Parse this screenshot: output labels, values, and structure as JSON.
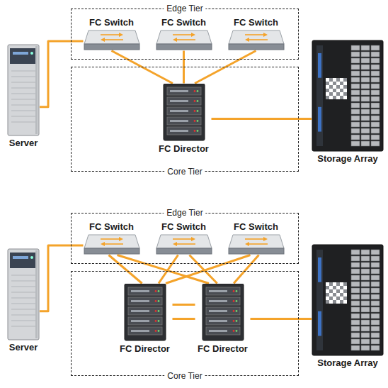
{
  "diagram": {
    "nodes": [
      {
        "text": [
          "Edge Tier"
        ]
      },
      {
        "text": [
          "FC Switch"
        ],
        "in": 0
      },
      {
        "text": [
          "FC Switch"
        ],
        "in": 0
      },
      {
        "text": [
          "FC Switch"
        ],
        "in": 0
      },
      {
        "text": [
          "Core Tier"
        ]
      },
      {
        "text": [
          "FC Director"
        ],
        "in": 4
      },
      {
        "text": [
          "Server"
        ]
      },
      {
        "text": [
          "Storage Array"
        ]
      },
      {
        "text": [
          "Edge Tier"
        ]
      },
      {
        "text": [
          "FC Switch"
        ],
        "in": 8
      },
      {
        "text": [
          "FC Switch"
        ],
        "in": 8
      },
      {
        "text": [
          "FC Switch"
        ],
        "in": 8
      },
      {
        "text": [
          "Core Tier"
        ]
      },
      {
        "text": [
          "FC Director"
        ],
        "in": 12
      },
      {
        "text": [
          "FC Director"
        ],
        "in": 12
      },
      {
        "text": [
          "Server"
        ]
      },
      {
        "text": [
          "Storage Array"
        ]
      }
    ],
    "edges": [
      {
        "from": 6,
        "to": 1,
        "arrow": "none"
      },
      {
        "from": 1,
        "to": 5,
        "arrow": "none"
      },
      {
        "from": 2,
        "to": 5,
        "arrow": "none"
      },
      {
        "from": 3,
        "to": 5,
        "arrow": "none"
      },
      {
        "from": 5,
        "to": 7,
        "arrow": "none"
      },
      {
        "from": 15,
        "to": 9,
        "arrow": "none"
      },
      {
        "from": 9,
        "to": 13,
        "arrow": "none"
      },
      {
        "from": 9,
        "to": 14,
        "arrow": "none"
      },
      {
        "from": 10,
        "to": 13,
        "arrow": "none"
      },
      {
        "from": 10,
        "to": 14,
        "arrow": "none"
      },
      {
        "from": 11,
        "to": 13,
        "arrow": "none"
      },
      {
        "from": 11,
        "to": 14,
        "arrow": "none"
      },
      {
        "from": 13,
        "to": 14,
        "arrow": "none"
      },
      {
        "from": 13,
        "to": 14,
        "arrow": "none"
      },
      {
        "from": 14,
        "to": 16,
        "arrow": "none"
      }
    ]
  }
}
